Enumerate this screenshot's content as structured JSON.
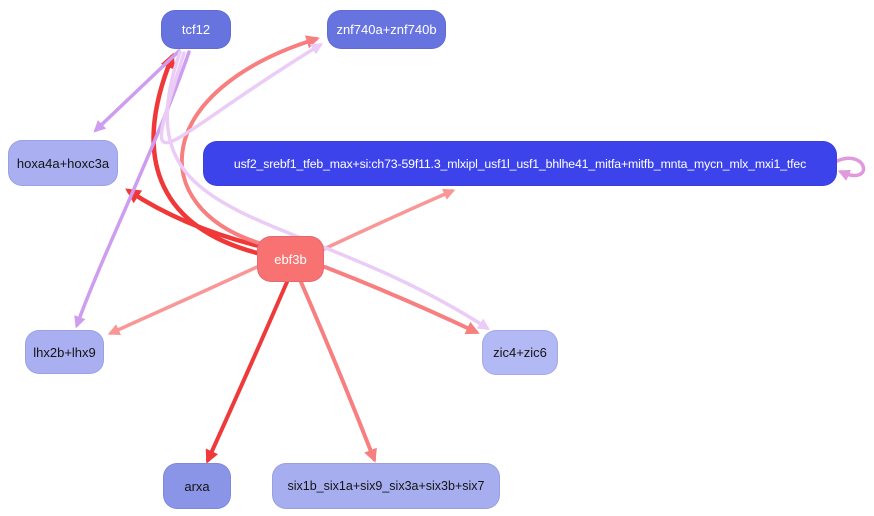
{
  "app": {
    "description": "gene regulatory network graph",
    "background_color": "#ffffff"
  },
  "graph": {
    "nodes": [
      {
        "id": "tcf12",
        "label": "tcf12",
        "fill": "#6774df",
        "text_color": "#ffffff"
      },
      {
        "id": "znf740",
        "label": "znf740a+znf740b",
        "fill": "#6774df",
        "text_color": "#ffffff"
      },
      {
        "id": "hoxa4a",
        "label": "hoxa4a+hoxc3a",
        "fill": "#a9aff0",
        "text_color": "#141414"
      },
      {
        "id": "usf2",
        "label": "usf2_srebf1_tfeb_max+si:ch73-59f11.3_mlxipl_usf1l_usf1_bhlhe41_mitfa+mitfb_mnta_mycn_mlx_mxi1_tfec",
        "fill": "#3d43ea",
        "text_color": "#ffffff"
      },
      {
        "id": "ebf3b",
        "label": "ebf3b",
        "fill": "#f87272",
        "text_color": "#ffffff"
      },
      {
        "id": "lhx2b",
        "label": "lhx2b+lhx9",
        "fill": "#a9aff0",
        "text_color": "#141414"
      },
      {
        "id": "zic4",
        "label": "zic4+zic6",
        "fill": "#b3b9f4",
        "text_color": "#141414"
      },
      {
        "id": "arxa",
        "label": "arxa",
        "fill": "#8b95e8",
        "text_color": "#141414"
      },
      {
        "id": "six1b",
        "label": "six1b_six1a+six9_six3a+six3b+six7",
        "fill": "#a6aeef",
        "text_color": "#141414"
      }
    ],
    "edges": [
      {
        "source": "ebf3b",
        "target": "tcf12",
        "color": "#f03838",
        "width": 4.5,
        "strength": "strong"
      },
      {
        "source": "ebf3b",
        "target": "hoxa4a",
        "color": "#f03838",
        "width": 4.5,
        "strength": "strong"
      },
      {
        "source": "ebf3b",
        "target": "arxa",
        "color": "#ee3a3a",
        "width": 4,
        "strength": "strong"
      },
      {
        "source": "ebf3b",
        "target": "znf740",
        "color": "#f87f7f",
        "width": 4,
        "strength": "medium"
      },
      {
        "source": "ebf3b",
        "target": "six1b",
        "color": "#f87f7f",
        "width": 4,
        "strength": "medium"
      },
      {
        "source": "ebf3b",
        "target": "zic4",
        "color": "#f87f7f",
        "width": 4,
        "strength": "medium"
      },
      {
        "source": "ebf3b",
        "target": "usf2",
        "color": "#f99797",
        "width": 3.5,
        "strength": "light"
      },
      {
        "source": "ebf3b",
        "target": "lhx2b",
        "color": "#f99797",
        "width": 3.5,
        "strength": "light"
      },
      {
        "source": "tcf12",
        "target": "hoxa4a",
        "color": "#cf9df0",
        "width": 3.5,
        "strength": "weak"
      },
      {
        "source": "tcf12",
        "target": "lhx2b",
        "color": "#cf9df0",
        "width": 3.5,
        "strength": "weak"
      },
      {
        "source": "tcf12",
        "target": "znf740",
        "color": "#eaccf7",
        "width": 3.5,
        "strength": "weakest"
      },
      {
        "source": "tcf12",
        "target": "zic4",
        "color": "#eaccf7",
        "width": 3.5,
        "strength": "weakest"
      },
      {
        "source": "usf2",
        "target": "usf2",
        "color": "#df9ade",
        "width": 3.5,
        "strength": "self-loop"
      }
    ]
  }
}
